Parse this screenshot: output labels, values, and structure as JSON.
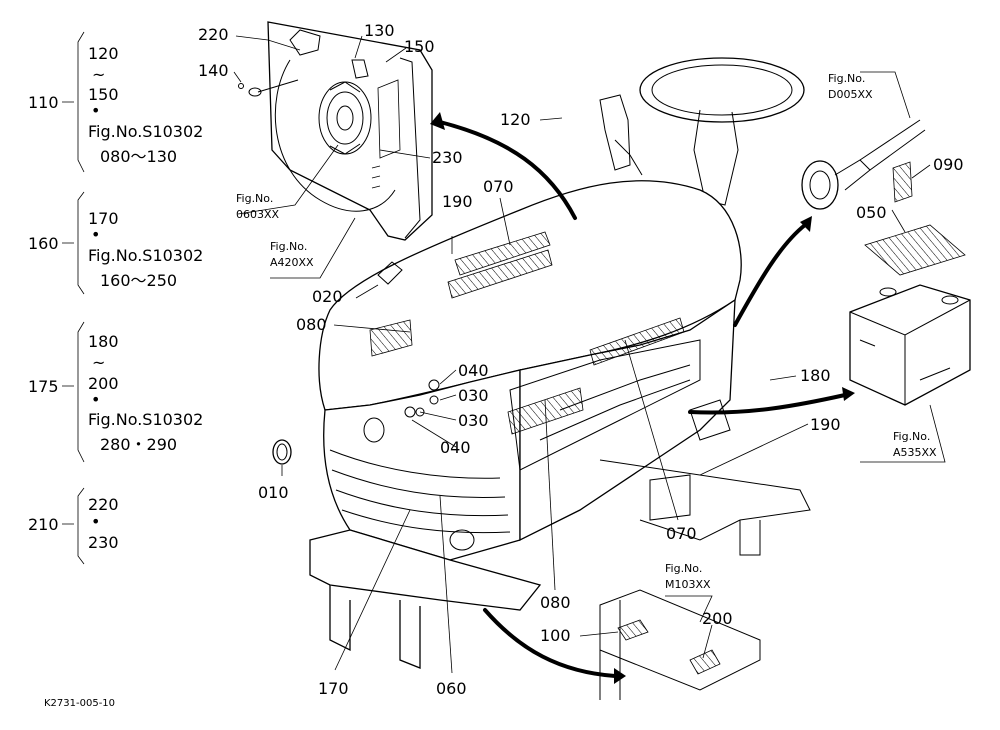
{
  "figure_code": "K2731-005-10",
  "legend": [
    {
      "ref": "110",
      "from": "120",
      "sep": "~",
      "to": "150",
      "fig": "Fig.No.S10302",
      "range": "080～130"
    },
    {
      "ref": "160",
      "from": "170",
      "fig": "Fig.No.S10302",
      "range": "160～250"
    },
    {
      "ref": "175",
      "from": "180",
      "sep": "~",
      "to": "200",
      "fig": "Fig.No.S10302",
      "range": "280・290"
    },
    {
      "ref": "210",
      "from": "220",
      "to": "230"
    }
  ],
  "part_labels": {
    "p220": "220",
    "p130": "130",
    "p150": "150",
    "p140": "140",
    "p230": "230",
    "p120": "120",
    "p190a": "190",
    "p070a": "070",
    "p020": "020",
    "p080a": "080",
    "p040a": "040",
    "p030a": "030",
    "p030b": "030",
    "p040b": "040",
    "p010": "010",
    "p090": "090",
    "p050": "050",
    "p180": "180",
    "p190b": "190",
    "p070b": "070",
    "p080b": "080",
    "p100": "100",
    "p200": "200",
    "p170": "170",
    "p060": "060"
  },
  "fig_refs": {
    "f0603": {
      "line1": "Fig.No.",
      "line2": "0603XX"
    },
    "fa420": {
      "line1": "Fig.No.",
      "line2": "A420XX"
    },
    "fd005": {
      "line1": "Fig.No.",
      "line2": "D005XX"
    },
    "fa535": {
      "line1": "Fig.No.",
      "line2": "A535XX"
    },
    "fm103": {
      "line1": "Fig.No.",
      "line2": "M103XX"
    }
  },
  "icons": [
    "hood-illustration",
    "fan-shroud-illustration",
    "battery-illustration",
    "steering-wheel-illustration",
    "fuel-cap-illustration",
    "frame-bracket-illustration"
  ]
}
